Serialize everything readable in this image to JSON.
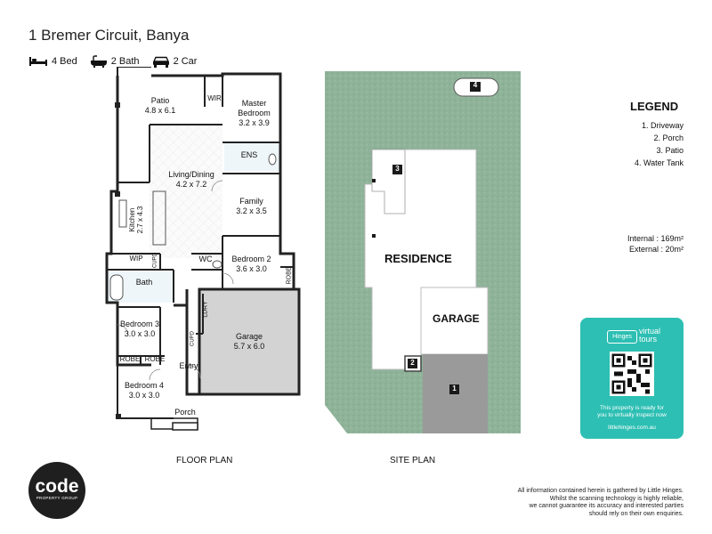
{
  "header": {
    "address": "1 Bremer Circuit, Banya",
    "beds": "4 Bed",
    "baths": "2 Bath",
    "cars": "2 Car"
  },
  "icons": {
    "bed": "bed-icon",
    "bath": "bath-icon",
    "car": "car-icon"
  },
  "floor_plan": {
    "caption": "FLOOR PLAN",
    "rooms": {
      "patio_name": "Patio",
      "patio_size": "4.8 x 6.1",
      "wir": "WIR",
      "master_name": "Master",
      "master_name2": "Bedroom",
      "master_size": "3.2 x 3.9",
      "ens": "ENS",
      "living_name": "Living/Dining",
      "living_size": "4.2 x 7.2",
      "family_name": "Family",
      "family_size": "3.2 x 3.5",
      "kitchen_name": "Kitchen",
      "kitchen_size": "2.7 x 4.3",
      "wip": "WIP",
      "cupd": "CUPD",
      "wc": "WC",
      "bed2_name": "Bedroom 2",
      "bed2_size": "3.6 x 3.0",
      "robe": "ROBE",
      "bath": "Bath",
      "ldry": "LDRY",
      "bed3_name": "Bedroom 3",
      "bed3_size": "3.0 x 3.0",
      "garage_name": "Garage",
      "garage_size": "5.7 x 6.0",
      "entry": "Entry",
      "bed4_name": "Bedroom 4",
      "bed4_size": "3.0 x 3.0",
      "porch": "Porch"
    }
  },
  "site_plan": {
    "caption": "SITE PLAN",
    "residence": "RESIDENCE",
    "garage": "GARAGE",
    "markers": [
      "1",
      "2",
      "3",
      "4"
    ]
  },
  "legend": {
    "title": "LEGEND",
    "items": [
      "1. Driveway",
      "2. Porch",
      "3. Patio",
      "4. Water Tank"
    ]
  },
  "areas": {
    "internal_label": "Internal",
    "internal_value": "169m²",
    "external_label": "External",
    "external_value": "20m²"
  },
  "qr_card": {
    "brand": "Hinges",
    "virtual": "virtual",
    "tours": "tours",
    "line1": "This property is ready for",
    "line2": "you to virtually inspect now",
    "url": "littlehinges.com.au"
  },
  "logo": {
    "name": "code",
    "sub": "PROPERTY GROUP"
  },
  "disclaimer": {
    "line1": "All information contained herein is gathered by Little Hinges.",
    "line2": "Whilst the scanning technology is highly reliable,",
    "line3": "we cannot guarantee its accuracy and interested parties",
    "line4": "should rely on their own enquiries."
  },
  "colors": {
    "lawn": "#8fb399",
    "driveway": "#9a9a9a",
    "qr_card": "#2dbfb3",
    "wall": "#222222",
    "garage_floor": "#d3d3d3",
    "bathroom": "#d8ecf5"
  }
}
